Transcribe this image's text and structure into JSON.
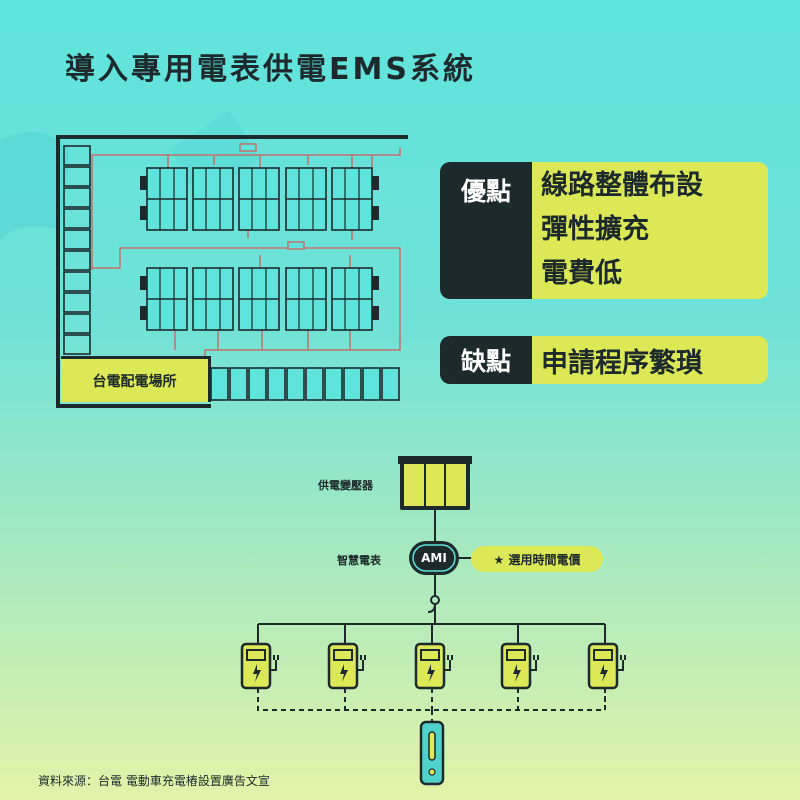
{
  "title": "導入專用電表供電EMS系統",
  "site_label": "台電配電場所",
  "pros": {
    "tag": "優點",
    "lines": [
      "線路整體布設",
      "彈性擴充",
      "電費低"
    ]
  },
  "cons": {
    "tag": "缺點",
    "text": "申請程序繁瑣"
  },
  "transformer_label": "供電變壓器",
  "meter_label": "智慧電表",
  "ami": "AMI",
  "note": "★ 選用時間電價",
  "source": "資料來源：台電 電動車充電樁設置廣告文宣",
  "colors": {
    "dark": "#1c2a2b",
    "yellow": "#dde856",
    "cyan": "#5fe3dd",
    "wire": "#c0726a"
  },
  "icons": [
    "lightning-icon",
    "plug-icon"
  ]
}
